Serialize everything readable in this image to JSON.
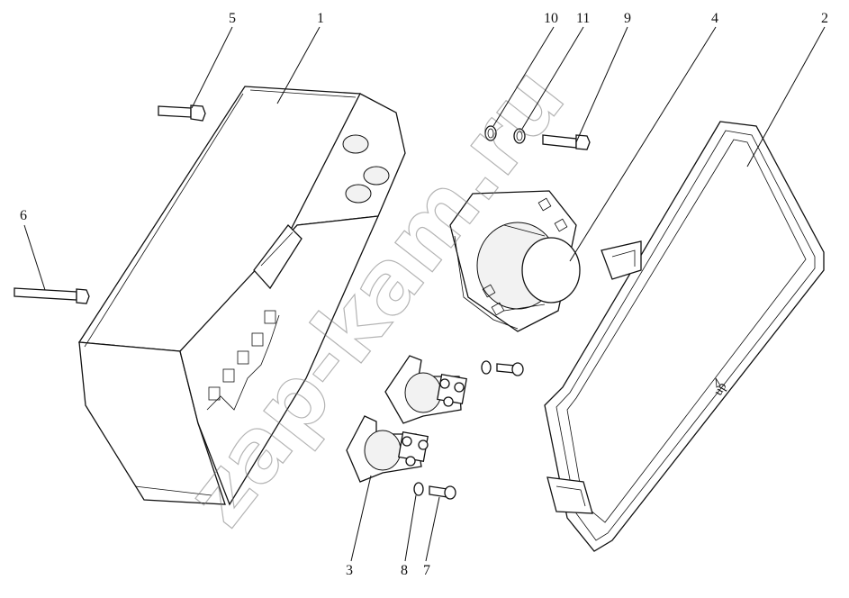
{
  "watermark": "zap-kam.ru",
  "up_marker": "up",
  "callouts": [
    {
      "id": "1",
      "label": "1"
    },
    {
      "id": "2",
      "label": "2"
    },
    {
      "id": "3",
      "label": "3"
    },
    {
      "id": "4",
      "label": "4"
    },
    {
      "id": "5",
      "label": "5"
    },
    {
      "id": "6",
      "label": "6"
    },
    {
      "id": "7",
      "label": "7"
    },
    {
      "id": "8",
      "label": "8"
    },
    {
      "id": "9",
      "label": "9"
    },
    {
      "id": "10",
      "label": "10"
    },
    {
      "id": "11",
      "label": "11"
    }
  ]
}
